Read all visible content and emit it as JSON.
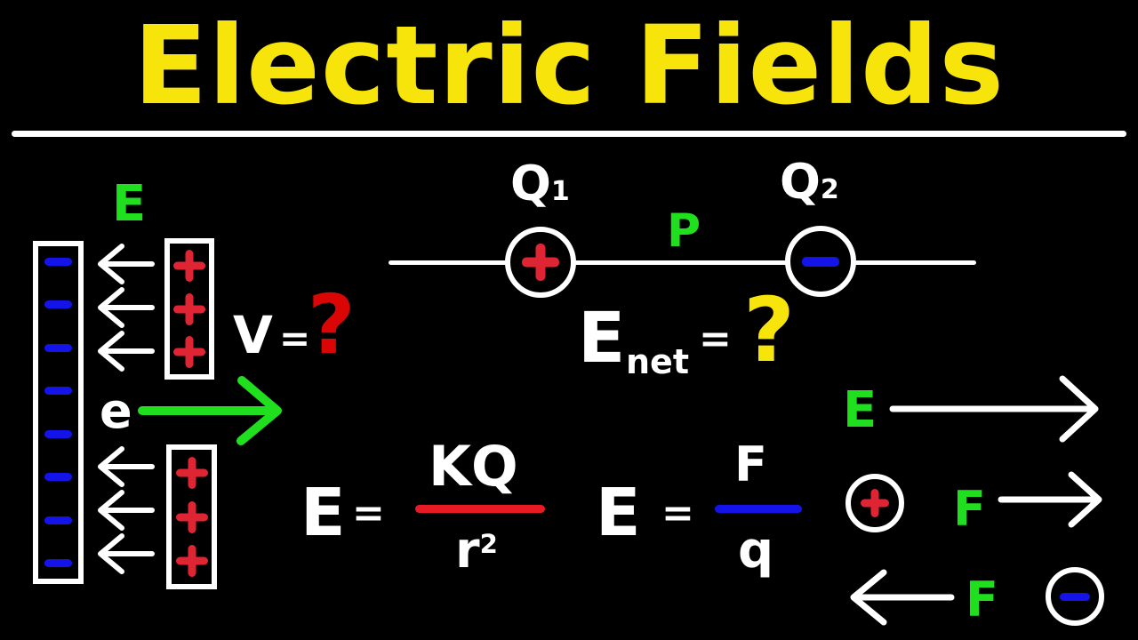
{
  "colors": {
    "background": "#000000",
    "chalk": "#ffffff",
    "yellow": "#f6e40a",
    "green": "#1fdf1f",
    "red": "#df2433",
    "bar-red": "#e81b24",
    "question-red": "#da0505",
    "blue": "#1414e8"
  },
  "title": {
    "text": "Electric Fields"
  },
  "capacitor": {
    "field_label": "E",
    "electron_label": "e",
    "negative_charge_count": 8,
    "positive_charge_count_top": 3,
    "positive_charge_count_bottom": 3,
    "arrow_count_top": 3,
    "arrow_count_bottom": 3,
    "negative_plate_sign": "-",
    "positive_plate_sign": "+",
    "voltage_symbol": "V",
    "voltage_equals": "=",
    "voltage_value": "?"
  },
  "dipole": {
    "charge1_symbol": "Q",
    "charge1_subscript": "1",
    "charge1_sign": "+",
    "charge2_symbol": "Q",
    "charge2_subscript": "2",
    "charge2_sign": "-",
    "point_label": "P",
    "net_field_symbol": "E",
    "net_field_subscript": "net",
    "net_field_equals": "=",
    "net_field_value": "?"
  },
  "formulas": {
    "point_charge": {
      "lhs": "E",
      "equals": "=",
      "numerator": "KQ",
      "denominator_base": "r",
      "denominator_exponent": "2"
    },
    "test_charge": {
      "lhs": "E",
      "equals": "=",
      "numerator": "F",
      "denominator": "q"
    }
  },
  "force_diagram": {
    "field_label": "E",
    "positive_charge_sign": "+",
    "positive_force_label": "F",
    "negative_charge_sign": "-",
    "negative_force_label": "F"
  }
}
